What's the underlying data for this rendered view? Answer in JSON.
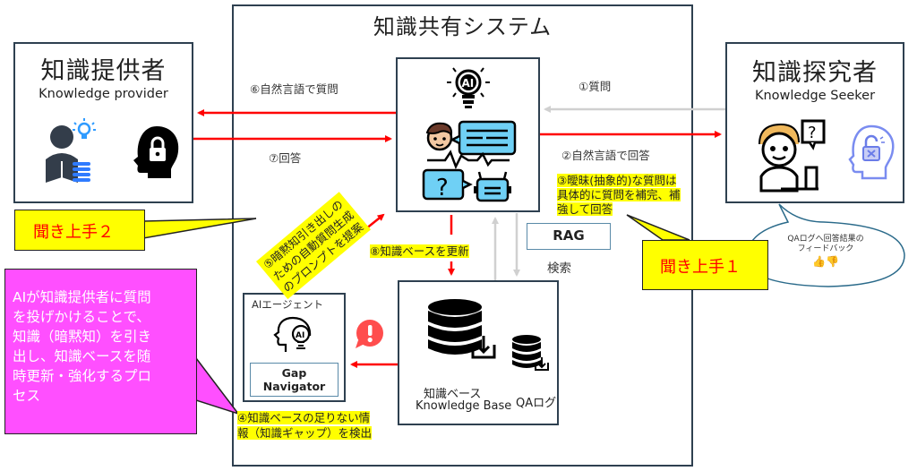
{
  "system": {
    "title": "知識共有システム"
  },
  "provider": {
    "title_jp": "知識提供者",
    "title_en": "Knowledge provider",
    "icons": [
      "reader-lightbulb-icon",
      "head-lock-icon"
    ]
  },
  "seeker": {
    "title_jp": "知識探究者",
    "title_en": "Knowledge Seeker",
    "icons": [
      "student-question-icon",
      "head-unlock-icon"
    ]
  },
  "flows": {
    "q1": "①質問",
    "a2": "②自然言語で回答",
    "step3": [
      "③曖昧(抽象的)な質問は",
      "具体的に質問を補完、補",
      "強して回答"
    ],
    "step4": [
      "④知識ベースの足りない情",
      "報（知識ギャップ）を検出"
    ],
    "step5": [
      "⑤暗黙知引き出しの",
      "ための自動質問生成",
      "のプロンプトを提案"
    ],
    "q6": "⑥自然言語で質問",
    "a7": "⑦回答",
    "step8": "⑧知識ベースを更新",
    "search": "検索"
  },
  "rag": {
    "label": "RAG"
  },
  "agent": {
    "title": "AIエージェント",
    "name_line1": "Gap",
    "name_line2": "Navigator"
  },
  "knowledge_base": {
    "label_jp": "知識ベース",
    "label_en": "Knowledge Base",
    "qa_log": "QAログ"
  },
  "callouts": {
    "good_listener_1": "聞き上手１",
    "good_listener_2": "聞き上手２",
    "process_desc": [
      "AIが知識提供者に質問",
      "を投げかけることで、",
      "知識（暗黙知）を引き",
      "出し、知識ベースを随",
      "時更新・強化するプロ",
      "セス"
    ],
    "feedback": [
      "QAログへ回答結果の",
      "フィードバック"
    ],
    "feedback_icons": "👍👎"
  },
  "colors": {
    "red": "#ff0000",
    "gray_arrow": "#d0d0d0",
    "border": "#2e4050",
    "yellow": "#ffff00",
    "magenta": "#ff4fff",
    "light_blue": "#6fd0f5"
  }
}
